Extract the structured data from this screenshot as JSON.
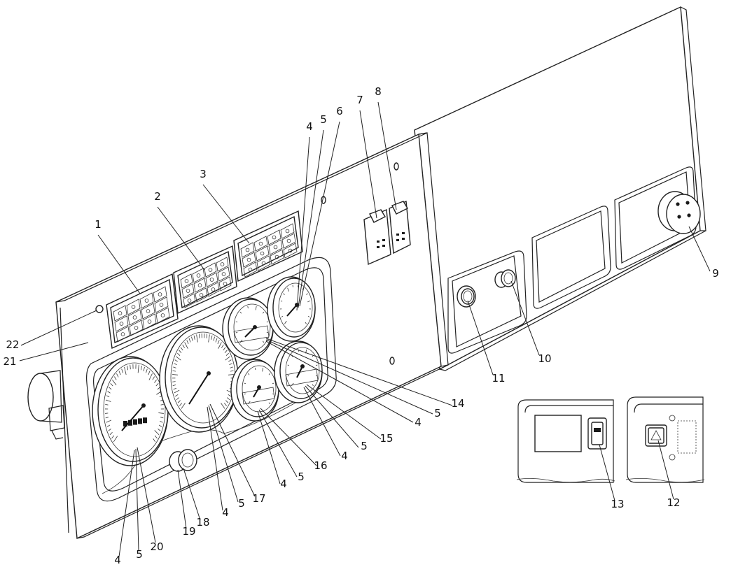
{
  "diagram": {
    "callouts": [
      {
        "id": "c1",
        "text": "1"
      },
      {
        "id": "c2",
        "text": "2"
      },
      {
        "id": "c3",
        "text": "3"
      },
      {
        "id": "c4a",
        "text": "4"
      },
      {
        "id": "c5a",
        "text": "5"
      },
      {
        "id": "c6",
        "text": "6"
      },
      {
        "id": "c7",
        "text": "7"
      },
      {
        "id": "c8",
        "text": "8"
      },
      {
        "id": "c9",
        "text": "9"
      },
      {
        "id": "c10",
        "text": "10"
      },
      {
        "id": "c11",
        "text": "11"
      },
      {
        "id": "c12",
        "text": "12"
      },
      {
        "id": "c13",
        "text": "13"
      },
      {
        "id": "c14",
        "text": "14"
      },
      {
        "id": "c5b",
        "text": "5"
      },
      {
        "id": "c4b",
        "text": "4"
      },
      {
        "id": "c15",
        "text": "15"
      },
      {
        "id": "c5c",
        "text": "5"
      },
      {
        "id": "c4c",
        "text": "4"
      },
      {
        "id": "c16",
        "text": "16"
      },
      {
        "id": "c5d",
        "text": "5"
      },
      {
        "id": "c4d",
        "text": "4"
      },
      {
        "id": "c17",
        "text": "17"
      },
      {
        "id": "c5e",
        "text": "5"
      },
      {
        "id": "c4e",
        "text": "4"
      },
      {
        "id": "c18",
        "text": "18"
      },
      {
        "id": "c19",
        "text": "19"
      },
      {
        "id": "c20",
        "text": "20"
      },
      {
        "id": "c5f",
        "text": "5"
      },
      {
        "id": "c4f",
        "text": "4"
      },
      {
        "id": "c21",
        "text": "21"
      },
      {
        "id": "c22",
        "text": "22"
      }
    ]
  }
}
